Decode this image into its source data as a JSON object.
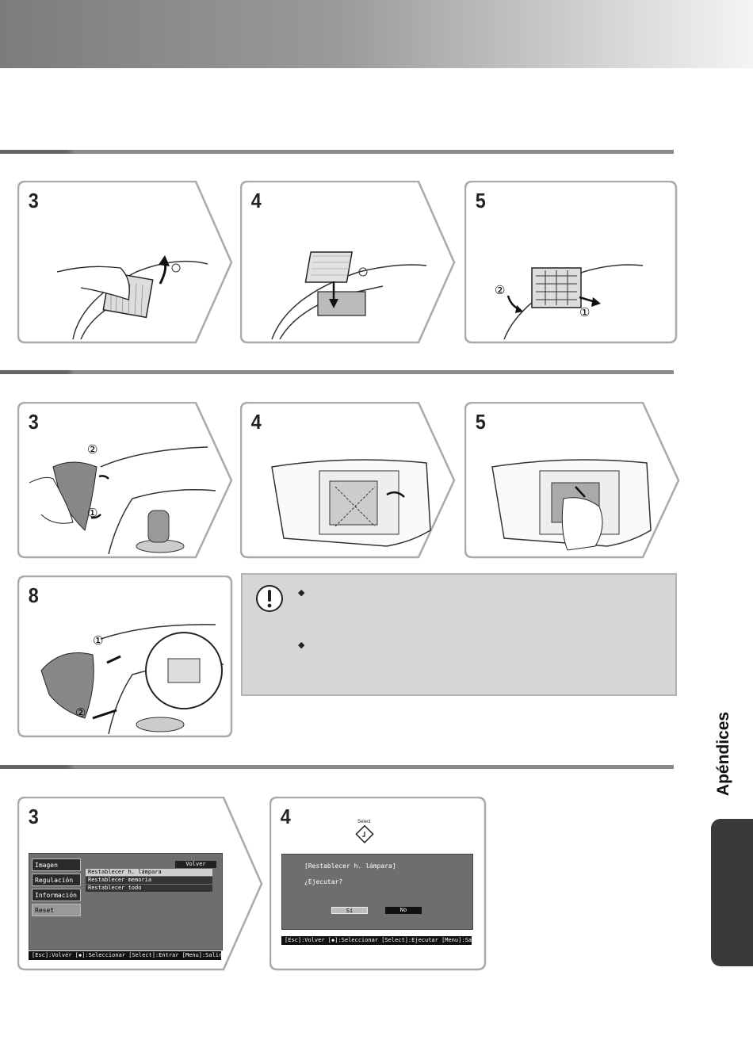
{
  "side_tab": {
    "label": "Apéndices"
  },
  "panels": {
    "filter_steps": [
      "3",
      "4",
      "5"
    ],
    "lamp_steps": [
      "3",
      "4",
      "5"
    ],
    "lamp_step_final": "8",
    "reset_steps": [
      "3",
      "4"
    ]
  },
  "callouts": {
    "one": "①",
    "two": "②"
  },
  "note": {
    "icon": "exclamation-icon",
    "bullet": "◆"
  },
  "osd_reset": {
    "menu_items": [
      "Imagen",
      "Regulación",
      "Información",
      "Reset"
    ],
    "back_button": "Volver",
    "options": [
      "Restablecer h. lámpara",
      "Restablecer memoria",
      "Restablecer todo"
    ],
    "status_bar": "[Esc]:Volver [◆]:Seleccionar [Select]:Entrar   [Menu]:Salir"
  },
  "osd_confirm": {
    "select_label": "Select",
    "title": "[Restablecer h. lámpara]",
    "question": "¿Ejecutar?",
    "yes": "Sí",
    "no": "No",
    "status_bar": "[Esc]:Volver [◆]:Seleccionar [Select]:Ejecutar [Menu]:Salir"
  },
  "colors": {
    "header_start": "#7c7c7c",
    "note_bg": "#d6d6d6",
    "tab_bg": "#3a3a3a"
  }
}
